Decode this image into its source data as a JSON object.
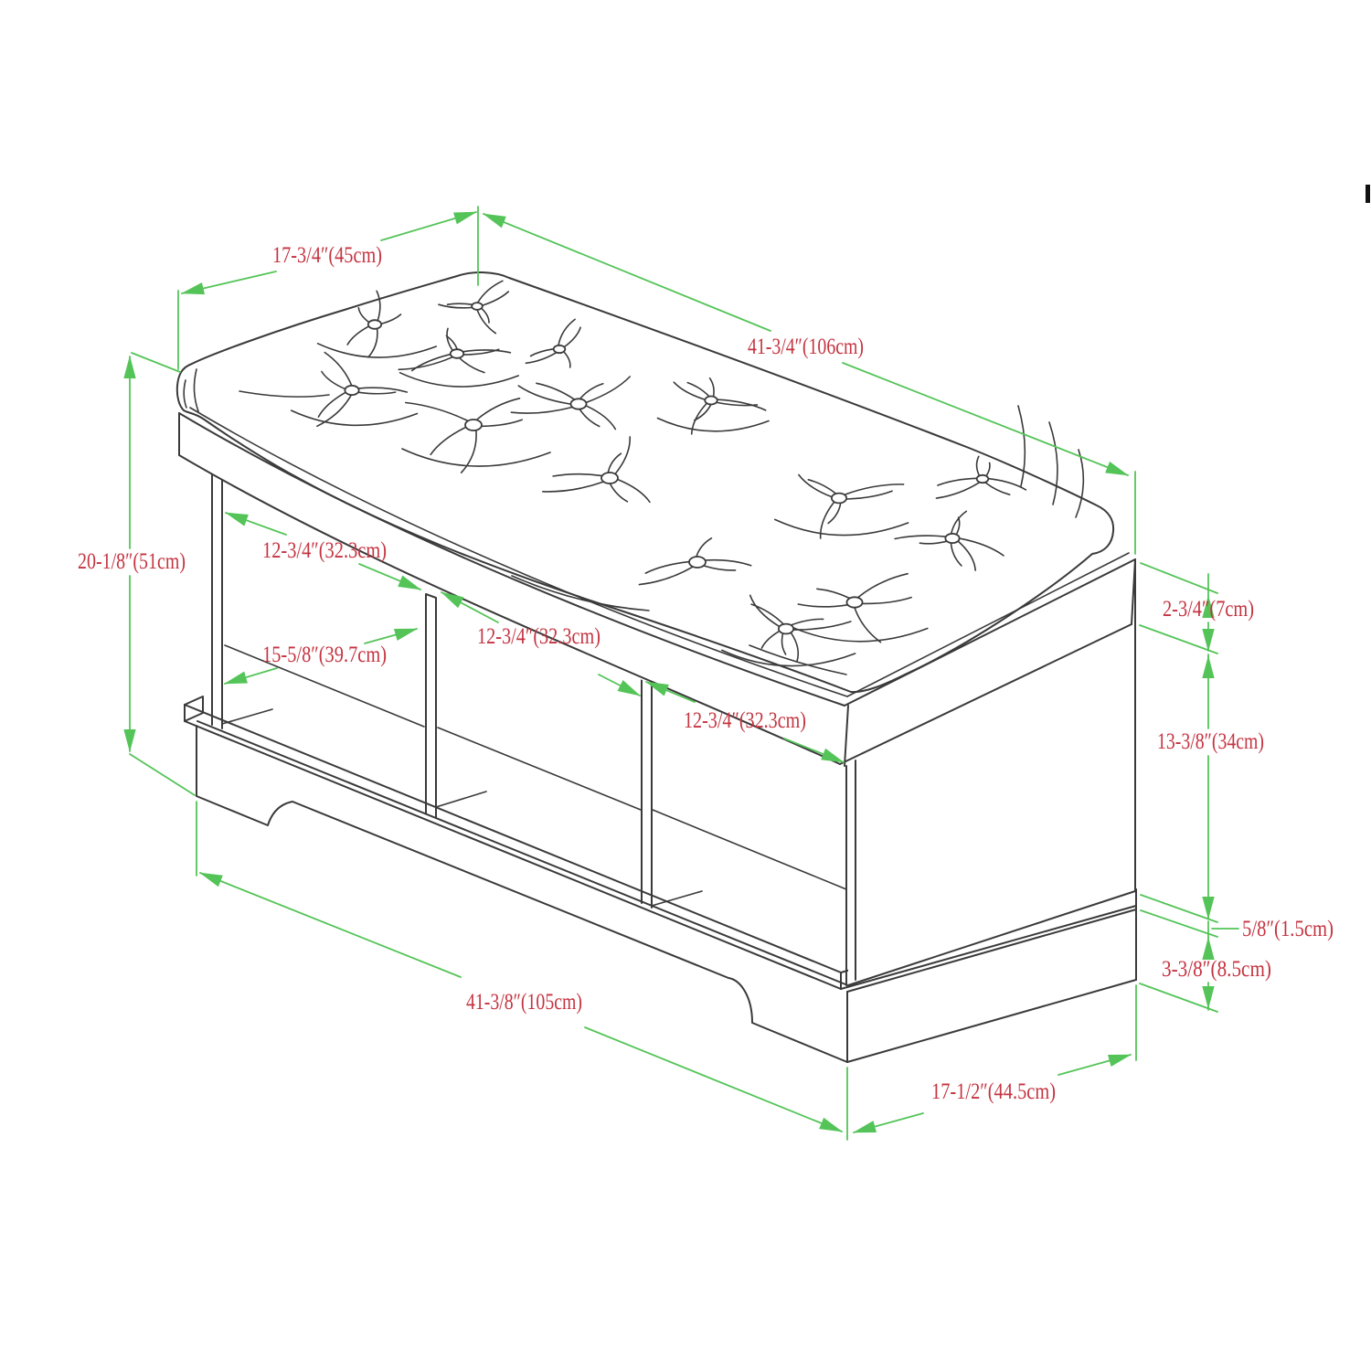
{
  "diagram": {
    "type": "furniture-dimension-drawing",
    "subject": "entryway storage bench with tufted cushion, three open cubbies and arched plinth base",
    "colors": {
      "outline": "#3a3a3a",
      "dimension_line": "#54c458",
      "label_text": "#c43441",
      "background": "#ffffff"
    },
    "labels": {
      "cushion_depth": {
        "text": "17-3/4″(45cm)"
      },
      "cushion_length": {
        "text": "41-3/4″(106cm)"
      },
      "total_height": {
        "text": "20-1/8″(51cm)"
      },
      "cubby1_width": {
        "text": "12-3/4″(32.3cm)"
      },
      "cubby_depth": {
        "text": "15-5/8″(39.7cm)"
      },
      "cubby2_width": {
        "text": "12-3/4″(32.3cm)"
      },
      "cubby3_width": {
        "text": "12-3/4″(32.3cm)"
      },
      "seat_frame_height": {
        "text": "2-3/4″(7cm)"
      },
      "side_panel_height": {
        "text": "13-3/8″(34cm)"
      },
      "shelf_thickness": {
        "text": "5/8″(1.5cm)"
      },
      "base_height": {
        "text": "3-3/8″(8.5cm)"
      },
      "base_length": {
        "text": "41-3/8″(105cm)"
      },
      "base_depth": {
        "text": "17-1/2″(44.5cm)"
      }
    }
  }
}
